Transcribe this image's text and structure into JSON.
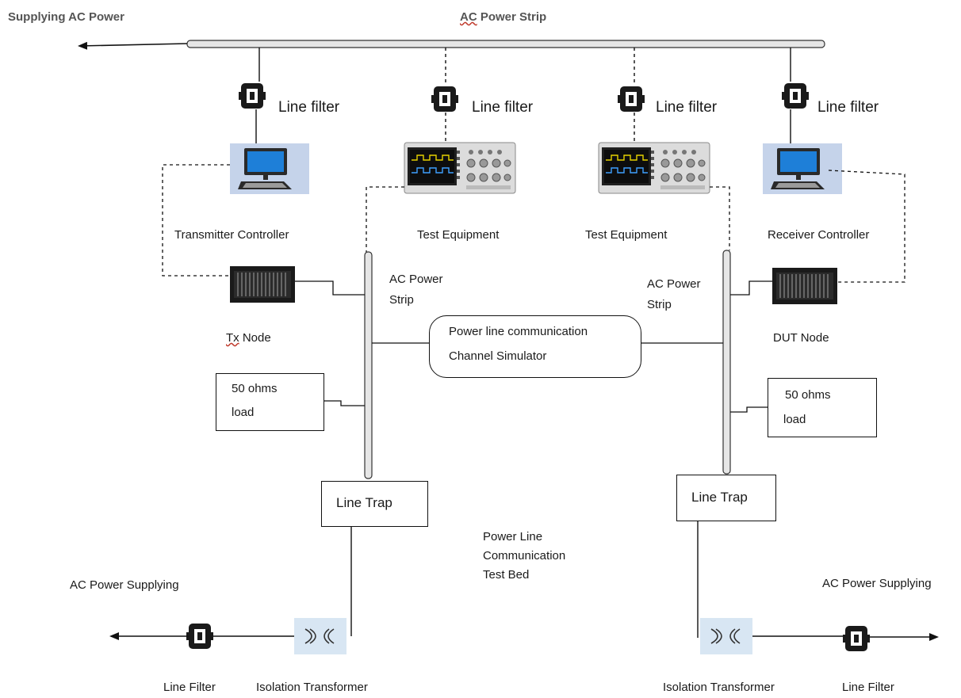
{
  "top": {
    "supplying_label": "Supplying AC Power",
    "strip_label_pre": "AC",
    "strip_label_post": " Power Strip"
  },
  "filters": {
    "top_label": "Line filter"
  },
  "devices": {
    "transmitter": "Transmitter Controller",
    "test_eq_left": "Test Equipment",
    "test_eq_right": "Test Equipment",
    "receiver": "Receiver Controller",
    "tx_node_pre": "Tx",
    "tx_node_post": " Node",
    "dut_node": "DUT Node"
  },
  "strips": {
    "left_line1": "AC Power",
    "left_line2": "Strip",
    "right_line1": "AC Power",
    "right_line2": "Strip"
  },
  "simulator": {
    "line1": "Power line communication",
    "line2": "Channel Simulator"
  },
  "loads": {
    "left_line1": "50 ohms",
    "left_line2": "load",
    "right_line1": "50 ohms",
    "right_line2": "load"
  },
  "traps": {
    "left": "Line Trap",
    "right": "Line Trap"
  },
  "testbed": {
    "line1": "Power Line",
    "line2": "Communication",
    "line3": "Test Bed"
  },
  "bottom": {
    "ac_left": "AC Power Supplying",
    "ac_right": "AC Power Supplying",
    "filter_left": "Line Filter",
    "filter_right": "Line Filter",
    "iso_left": "Isolation Transformer",
    "iso_right": "Isolation Transformer"
  },
  "colors": {
    "line": "#111111",
    "strip_fill": "#e6e6e6",
    "screen_blue": "#1e7fd8",
    "monitor_bg": "#c5d3ea",
    "transformer_bg": "#d8e6f3",
    "node_dark": "#1a1a1a"
  }
}
